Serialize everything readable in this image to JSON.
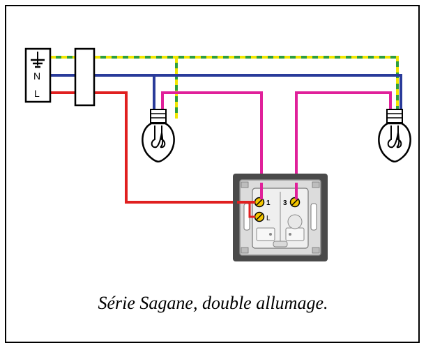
{
  "terminal_block": {
    "earth_symbol": "earth-symbol",
    "neutral_label": "N",
    "live_label": "L"
  },
  "switch": {
    "terminal_1": "1",
    "terminal_3": "3",
    "terminal_l": "L"
  },
  "caption": "Série Sagane, double allumage.",
  "colors": {
    "earth_green": "#2e9e3e",
    "earth_yellow": "#f2e600",
    "neutral": "#2a3b9a",
    "live": "#e02020",
    "return": "#e0209a",
    "plate": "#4a4a4a"
  },
  "icons": [
    "earth-symbol-icon",
    "lamp-left-icon",
    "lamp-right-icon",
    "double-switch-icon"
  ]
}
